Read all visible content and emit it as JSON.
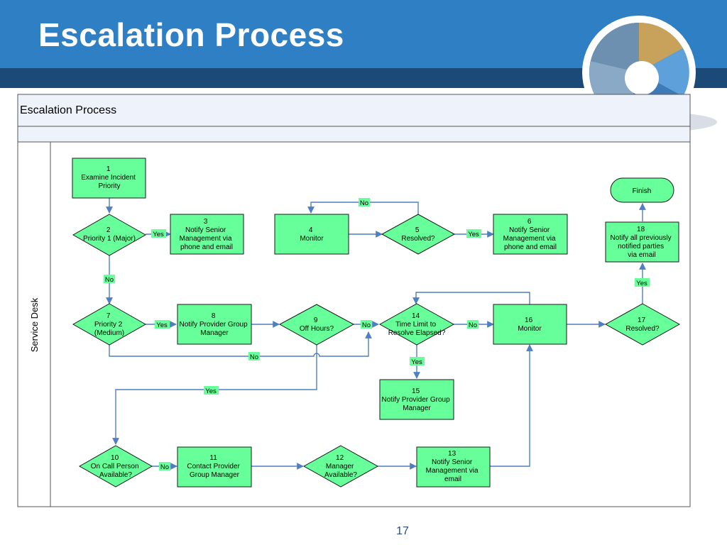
{
  "slide": {
    "title": "Escalation Process",
    "page_number": "17"
  },
  "diagram": {
    "header": "Escalation Process",
    "lane": "Service Desk",
    "nodes": {
      "n1": [
        "1",
        "Examine Incident",
        "Priority"
      ],
      "n2": [
        "2",
        "Priority 1 (Major)"
      ],
      "n3": [
        "3",
        "Notify Senior",
        "Management via",
        "phone and email"
      ],
      "n4": [
        "4",
        "Monitor"
      ],
      "n5": [
        "5",
        "Resolved?"
      ],
      "n6": [
        "6",
        "Notify Senior",
        "Management via",
        "phone  and email"
      ],
      "n7": [
        "7",
        "Priority 2",
        "(Medium)"
      ],
      "n8": [
        "8",
        "Notify Provider Group",
        "Manager"
      ],
      "n9": [
        "9",
        "Off Hours?"
      ],
      "n10": [
        "10",
        "On Call Person",
        "Available?"
      ],
      "n11": [
        "11",
        "Contact Provider",
        "Group  Manager"
      ],
      "n12": [
        "12",
        "Manager",
        "Available?"
      ],
      "n13": [
        "13",
        "Notify Senior",
        "Management via",
        "email"
      ],
      "n14": [
        "14",
        "Time Limit to",
        "Resolve Elapsed?"
      ],
      "n15": [
        "15",
        "Notify Provider Group",
        "Manager"
      ],
      "n16": [
        "16",
        "Monitor"
      ],
      "n17": [
        "17",
        "Resolved?"
      ],
      "n18": [
        "18",
        "Notify all previously",
        "notified parties",
        "via email"
      ],
      "finish": [
        "Finish"
      ]
    },
    "edge_labels": {
      "yes_2_3": "Yes",
      "no_2_7": "No",
      "no_5_4": "No",
      "yes_5_6": "Yes",
      "yes_7_8": "Yes",
      "no_7_14": "No",
      "no_9_14": "No",
      "yes_9_10": "Yes",
      "no_14_16": "No",
      "yes_14_15": "Yes",
      "yes_17_18": "Yes",
      "no_10_11": "No"
    },
    "colors": {
      "process_fill": "#66ff99",
      "edge": "#4f7fc0",
      "label_fill": "#66ff99",
      "header_fill": "#eef2fa"
    }
  }
}
